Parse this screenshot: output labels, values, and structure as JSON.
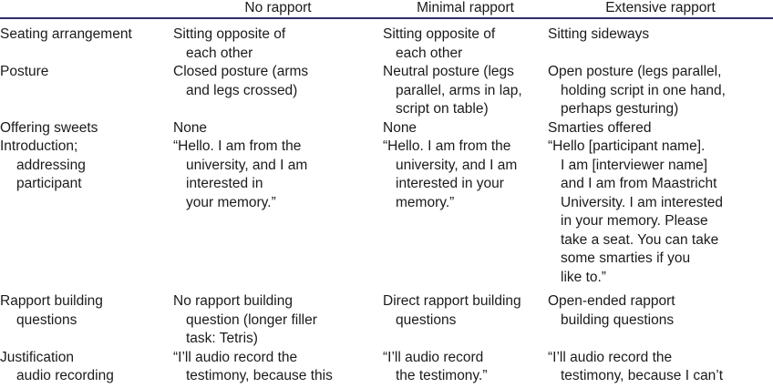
{
  "table": {
    "rule_color": "#2e2c6a",
    "columns": [
      "",
      "No rapport",
      "Minimal rapport",
      "Extensive rapport"
    ],
    "rows": [
      {
        "label": [
          "Seating arrangement"
        ],
        "no_rapport": [
          "Sitting opposite of",
          "each other"
        ],
        "minimal_rapport": [
          "Sitting opposite of",
          "each other"
        ],
        "extensive_rapport": [
          "Sitting sideways"
        ]
      },
      {
        "label": [
          "Posture"
        ],
        "no_rapport": [
          "Closed posture (arms",
          "and legs crossed)"
        ],
        "minimal_rapport": [
          "Neutral posture (legs",
          "parallel, arms in lap,",
          "script on table)"
        ],
        "extensive_rapport": [
          "Open posture (legs parallel,",
          "holding script in one hand,",
          "perhaps gesturing)"
        ]
      },
      {
        "label": [
          "Offering sweets"
        ],
        "no_rapport": [
          "None"
        ],
        "minimal_rapport": [
          "None"
        ],
        "extensive_rapport": [
          "Smarties offered"
        ]
      },
      {
        "label": [
          "Introduction;",
          "addressing",
          "participant"
        ],
        "no_rapport": [
          "“Hello. I am from the",
          "university, and I am",
          "interested in",
          "your memory.”"
        ],
        "minimal_rapport": [
          "“Hello. I am from the",
          "university, and I am",
          "interested in your",
          "memory.”"
        ],
        "extensive_rapport": [
          "“Hello [participant name].",
          "I am [interviewer name]",
          "and I am from Maastricht",
          "University. I am interested",
          "in your memory. Please",
          "take a seat. You can take",
          "some smarties if you",
          "like to.”"
        ]
      },
      {
        "label": [
          "Rapport building",
          "questions"
        ],
        "no_rapport": [
          "No rapport building",
          "question (longer filler",
          "task: Tetris)"
        ],
        "minimal_rapport": [
          "Direct rapport building",
          "questions"
        ],
        "extensive_rapport": [
          "Open-ended rapport",
          "building questions"
        ]
      },
      {
        "label": [
          "Justification",
          "audio recording"
        ],
        "no_rapport": [
          "“I’ll audio record the",
          "testimony, because this"
        ],
        "minimal_rapport": [
          "“I’ll audio record",
          "the testimony.”"
        ],
        "extensive_rapport": [
          "“I’ll audio record the",
          "testimony, because I can’t"
        ]
      }
    ]
  }
}
